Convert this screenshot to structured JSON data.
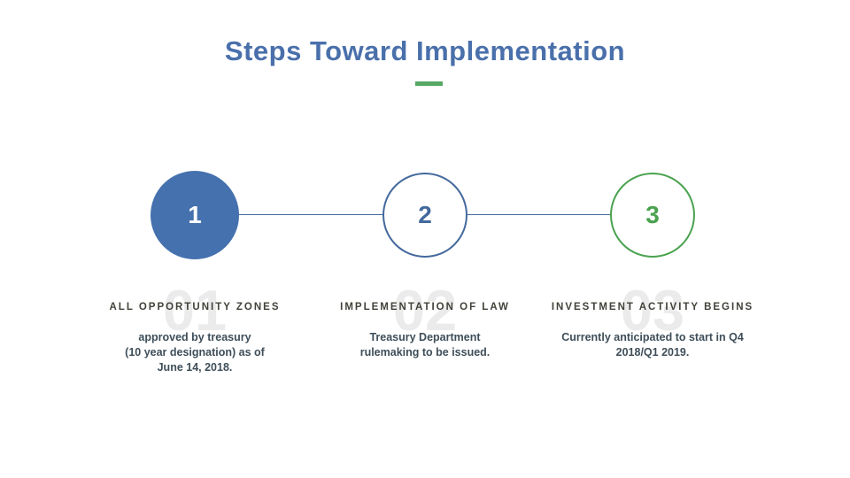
{
  "slide": {
    "title": "Steps Toward Implementation"
  },
  "colors": {
    "title_blue": "#4a70ab",
    "accent_green_dash": "#57a964",
    "step1_circle_fill": "#4571ae",
    "step2_circle_outline": "#44699d",
    "step3_circle_outline": "#4aa24f",
    "connector_line": "#44699d",
    "ghost_number_gray": "#ebebeb",
    "heading_text": "#42423a",
    "body_text": "#3e4e59"
  },
  "steps": [
    {
      "number": "1",
      "ghost_number": "01",
      "heading": "ALL OPPORTUNITY ZONES",
      "body": "approved by treasury\n(10 year designation) as of\nJune 14, 2018."
    },
    {
      "number": "2",
      "ghost_number": "02",
      "heading": "IMPLEMENTATION OF LAW",
      "body": "Treasury Department\nrulemaking to be issued."
    },
    {
      "number": "3",
      "ghost_number": "03",
      "heading": "INVESTMENT ACTIVITY BEGINS",
      "body": "Currently anticipated to start in Q4\n2018/Q1 2019."
    }
  ]
}
